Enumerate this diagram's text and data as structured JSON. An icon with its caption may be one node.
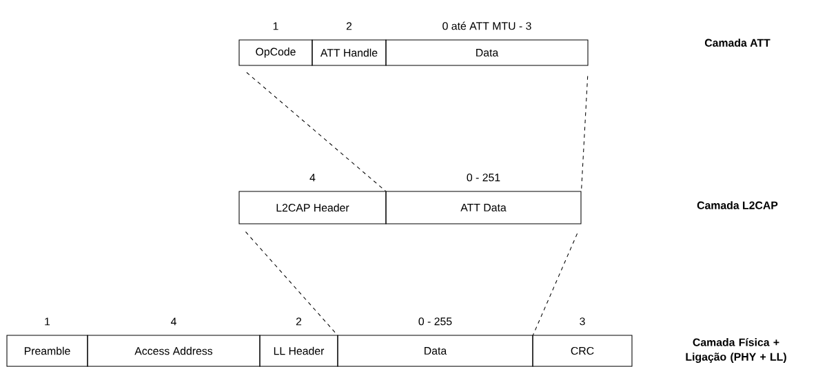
{
  "diagram": {
    "nodes": [
      {
        "text": [
          "OpCode"
        ],
        "beside": [
          "1"
        ]
      },
      {
        "text": [
          "ATT Handle"
        ],
        "beside": [
          "2"
        ]
      },
      {
        "text": [
          "Data"
        ],
        "beside": [
          "0 até ATT MTU - 3"
        ]
      },
      {
        "text": [
          "L2CAP Header"
        ],
        "beside": [
          "4"
        ]
      },
      {
        "text": [
          "ATT Data"
        ],
        "beside": [
          "0 - 251"
        ]
      },
      {
        "text": [
          "Preamble"
        ],
        "beside": [
          "1"
        ]
      },
      {
        "text": [
          "Access Address"
        ],
        "beside": [
          "4"
        ]
      },
      {
        "text": [
          "LL Header"
        ],
        "beside": [
          "2"
        ]
      },
      {
        "text": [
          "Data"
        ],
        "beside": [
          "0 - 255"
        ]
      },
      {
        "text": [
          "CRC"
        ],
        "beside": [
          "3"
        ]
      }
    ],
    "edges": [
      {
        "from": 0,
        "to": 4,
        "arrow": "none",
        "style": "dashed"
      },
      {
        "from": 2,
        "to": 4,
        "arrow": "none",
        "style": "dashed"
      },
      {
        "from": 3,
        "to": 8,
        "arrow": "none",
        "style": "dashed"
      },
      {
        "from": 4,
        "to": 8,
        "arrow": "none",
        "style": "dashed"
      }
    ],
    "labels": [
      "Camada ATT",
      "Camada L2CAP",
      "Camada Física + Ligação (PHY + LL)"
    ]
  }
}
